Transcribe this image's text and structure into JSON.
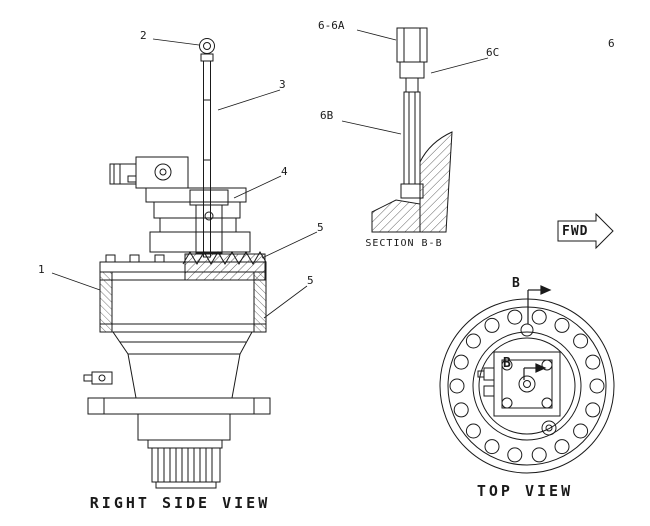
{
  "drawing": {
    "type": "exploded-parts-diagram",
    "views": {
      "right_side_view_label": "RIGHT SIDE VIEW",
      "top_view_label": "TOP VIEW",
      "section_label": "SECTION B-B"
    },
    "direction_marker": "FWD",
    "section_cut_marker": "B"
  },
  "labels": {
    "right_side_view": "RIGHT SIDE VIEW",
    "top_view": "TOP VIEW",
    "section_bb": "SECTION B-B",
    "fwd": "FWD"
  },
  "callouts": {
    "c1": "1",
    "c2": "2",
    "c3": "3",
    "c4": "4",
    "c5a": "5",
    "c5b": "5",
    "c6": "6",
    "c6_6a": "6-6A",
    "c6b": "6B",
    "c6c": "6C",
    "b_top": "B",
    "b_bottom": "B"
  },
  "colors": {
    "line": "#1a1a1a",
    "background": "#ffffff"
  }
}
